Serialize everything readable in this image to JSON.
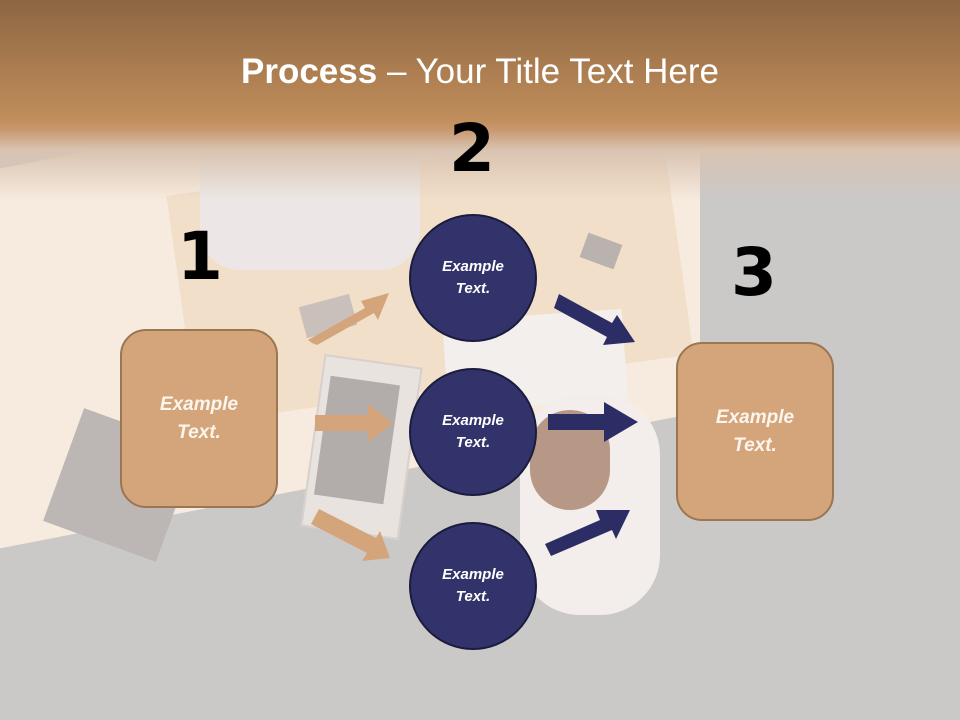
{
  "slide": {
    "title": {
      "bold": "Process",
      "rest": " – Your Title Text Here"
    },
    "colors": {
      "header_top": "#8c6642",
      "header_bottom": "#c18e5c",
      "box_fill": "#d4a57b",
      "box_border": "#9b7653",
      "circle_fill": "#33336b",
      "circle_border": "#1b1b3d",
      "input_arrow": "#d4a57b",
      "output_arrow": "#2d2d66",
      "background_gray": "#cbc8c8"
    },
    "steps": [
      {
        "number": "1",
        "label_line1": "Example",
        "label_line2": "Text."
      },
      {
        "number": "2",
        "circles": [
          {
            "label_line1": "Example",
            "label_line2": "Text."
          },
          {
            "label_line1": "Example",
            "label_line2": "Text."
          },
          {
            "label_line1": "Example",
            "label_line2": "Text."
          }
        ]
      },
      {
        "number": "3",
        "label_line1": "Example",
        "label_line2": "Text."
      }
    ],
    "arrows": {
      "input": [
        "arrow-up-right",
        "arrow-right",
        "arrow-down-right"
      ],
      "output": [
        "arrow-down-right",
        "arrow-right",
        "arrow-up-right"
      ]
    }
  }
}
